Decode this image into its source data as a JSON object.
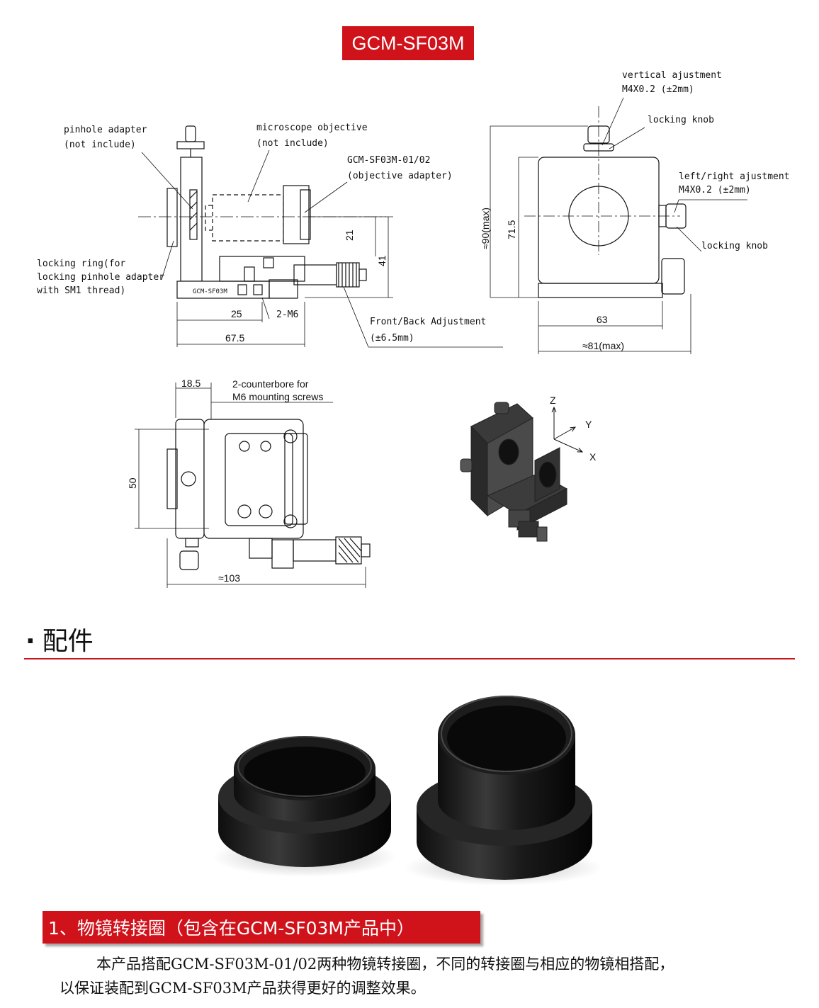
{
  "title": "GCM-SF03M",
  "side_view": {
    "pinhole_adapter": [
      "pinhole adapter",
      "(not include)"
    ],
    "microscope_objective": [
      "microscope objective",
      "(not include)"
    ],
    "objective_adapter": [
      "GCM-SF03M-01/02",
      "(objective adapter)"
    ],
    "locking_ring": [
      "locking ring(for",
      "locking pinhole adapter",
      "with SM1 thread)"
    ],
    "front_back": [
      "Front/Back Adjustment",
      "(±6.5mm)"
    ],
    "base_label": "GCM-SF03M",
    "dims": {
      "d21": "21",
      "d41": "41",
      "d25": "25",
      "d2m6": "2-M6",
      "d67_5": "67.5"
    }
  },
  "front_view": {
    "vertical_adj": [
      "vertical ajustment",
      "M4X0.2 (±2mm)"
    ],
    "locking_knob_top": "locking knob",
    "left_right_adj": [
      "left/right ajustment",
      "M4X0.2 (±2mm)"
    ],
    "locking_knob_side": "locking knob",
    "dims": {
      "d90": "≈90(max)",
      "d71_5": "71.5",
      "d63": "63",
      "d81": "≈81(max)"
    }
  },
  "top_view": {
    "counterbore": [
      "2-counterbore for",
      "M6 mounting screws"
    ],
    "dims": {
      "d18_5": "18.5",
      "d50": "50",
      "d103": "≈103"
    }
  },
  "axes": {
    "z": "Z",
    "y": "Y",
    "x": "X"
  },
  "section": {
    "bullet": "·",
    "title": "配件"
  },
  "subsection": {
    "title": "1、物镜转接圈（包含在GCM-SF03M产品中）"
  },
  "body": {
    "line1": "本产品搭配GCM-SF03M-01/02两种物镜转接圈，不同的转接圈与相应的物镜相搭配，",
    "line2": "以保证装配到GCM-SF03M产品获得更好的调整效果。"
  },
  "colors": {
    "accent": "#d0121b",
    "metal_dark": "#2b2b2b",
    "metal_mid": "#555555"
  }
}
